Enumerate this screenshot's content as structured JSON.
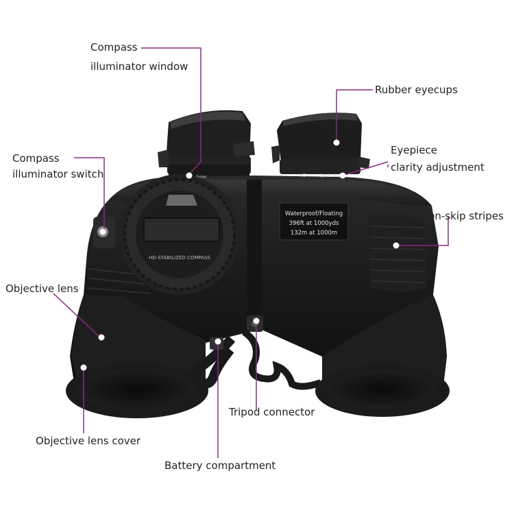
{
  "image": {
    "subject": "binoculars",
    "colors": {
      "body": "#1c1c1c",
      "body_highlight": "#3a3a3a",
      "leader_line": "#8a2a7e",
      "marker_dot": "#ffffff",
      "label_text": "#222222",
      "plate_text": "#e6e6e6"
    }
  },
  "callouts": {
    "compass_window": {
      "line1": "Compass",
      "line2": "illuminator window"
    },
    "eyecups": "Rubber eyecups",
    "compass_switch": {
      "line1": "Compass",
      "line2": "illuminator switch"
    },
    "eyepiece": {
      "line1": "Eyepiece",
      "line2": "clarity adjustment"
    },
    "nonskip": "Non-skip stripes",
    "objective_lens": "Objective lens",
    "tripod": "Tripod connector",
    "lens_cover": "Objective lens cover",
    "battery": "Battery compartment"
  },
  "product_markings": {
    "plate": [
      "Waterproof/Floating",
      "396ft at 1000yds",
      "132m at 1000m"
    ],
    "compass_ring": "HD-STABILIZED COMPASS",
    "focus_scale_plus": "+5",
    "eyepiece_brand": "Sports Auto",
    "eyepiece_left_mark": "5mm"
  }
}
